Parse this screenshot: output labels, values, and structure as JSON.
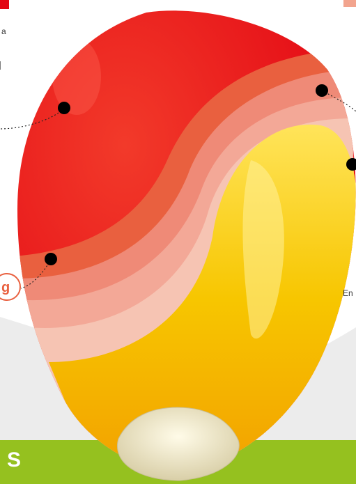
{
  "top_left_label": "a",
  "right_label": "En",
  "circled_label": "g",
  "bottom_banner_text": "S",
  "colors": {
    "red_layer": "#e30613",
    "salmon": "#ef8a77",
    "yellow": "#f7c600",
    "green_banner": "#95c11f",
    "accent_orange": "#e9603f"
  }
}
